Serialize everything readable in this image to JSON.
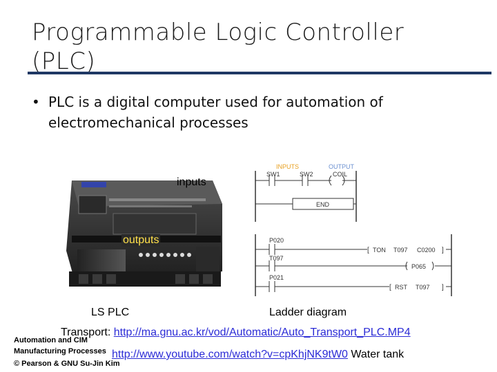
{
  "slide": {
    "title_line1": "Programmable Logic Controller",
    "title_line2": "(PLC)",
    "bullet_symbol": "•",
    "bullet_text": "PLC is a digital computer used for automation of electromechanical processes",
    "label_inputs": "inputs",
    "label_outputs": "outputs",
    "caption_plc": "LS PLC",
    "caption_ladder": "Ladder diagram",
    "transport_prefix": "Transport: ",
    "transport_link": "http://ma.gnu.ac.kr/vod/Automatic/Auto_Transport_PLC.MP4",
    "water_link": "http://www.youtube.com/watch?v=cpKhjNK9tW0",
    "water_suffix": " Water tank"
  },
  "ladder": {
    "hdr_inputs": "INPUTS",
    "hdr_output": "OUTPUT",
    "sw1": "SW1",
    "sw2": "SW2",
    "coil": "COIL",
    "end": "END",
    "p020": "P020",
    "t097a": "T097",
    "p021": "P021",
    "ton": "TON",
    "t097b": "T097",
    "c0200": "C0200",
    "p065": "P065",
    "rst": "RST",
    "t097c": "T097"
  },
  "footer": {
    "line1": "Automation and CIM",
    "line2": "Manufacturing Processes",
    "line3": "© Pearson & GNU Su-Jin Kim"
  },
  "colors": {
    "title_rule": "#1f3864",
    "link": "#2b2bd6",
    "outputs_label": "#ffe04a",
    "ladder_header": "#e8a020"
  },
  "icons": {
    "plc_device": "plc-hardware-image"
  }
}
